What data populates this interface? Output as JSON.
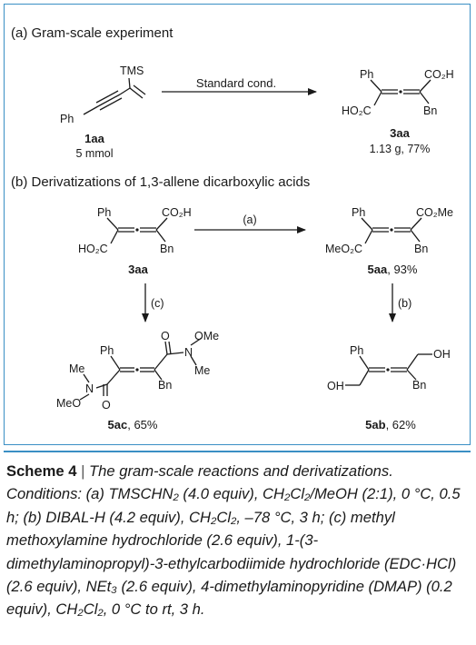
{
  "panel_a": {
    "label": "(a) Gram-scale experiment",
    "reactant": {
      "substituent_top": "TMS",
      "substituent_bottom": "Ph",
      "id": "1aa",
      "amount": "5 mmol"
    },
    "arrow_condition": "Standard cond.",
    "product": {
      "top_left": "Ph",
      "top_right": "CO₂H",
      "bottom_left": "HO₂C",
      "bottom_right": "Bn",
      "id": "3aa",
      "yield": "1.13 g, 77%"
    }
  },
  "panel_b": {
    "label": "(b) Derivatizations of 1,3-allene dicarboxylic acids",
    "start": {
      "top_left": "Ph",
      "top_right": "CO₂H",
      "bottom_left": "HO₂C",
      "bottom_right": "Bn",
      "id": "3aa"
    },
    "arrow_a": "(a)",
    "ester": {
      "top_left": "Ph",
      "top_right": "CO₂Me",
      "bottom_left": "MeO₂C",
      "bottom_right": "Bn",
      "id": "5aa",
      "yield": ", 93%"
    },
    "arrow_b": "(b)",
    "diol": {
      "top_left": "Ph",
      "top_right": "OH",
      "bottom_left": "OH",
      "bottom_right": "Bn",
      "id": "5ab",
      "yield": ", 62%"
    },
    "arrow_c": "(c)",
    "amide": {
      "ph": "Ph",
      "ome_top": "OMe",
      "n_right": "N",
      "me_right": "Me",
      "o_top": "O",
      "bn": "Bn",
      "me_left": "Me",
      "n_left": "N",
      "meo": "MeO",
      "o_bottom": "O",
      "id": "5ac",
      "yield": ", 65%"
    }
  },
  "caption": {
    "scheme_label": "Scheme 4",
    "separator": " | ",
    "title": "The gram-scale reactions and derivatizations.",
    "body": "Conditions: (a) TMSCHN₂ (4.0 equiv), CH₂Cl₂/MeOH (2:1), 0 °C, 0.5 h; (b) DIBAL-H (4.2 equiv), CH₂Cl₂, –78 °C, 3 h; (c) methyl methoxylamine hydrochloride (2.6 equiv), 1-(3-dimethylaminopropyl)-3-ethylcarbodiimide hydrochloride (EDC·HCl) (2.6 equiv), NEt₃ (2.6 equiv), 4-dimethylaminopyridine (DMAP) (0.2 equiv), CH₂Cl₂, 0 °C to rt, 3 h."
  }
}
